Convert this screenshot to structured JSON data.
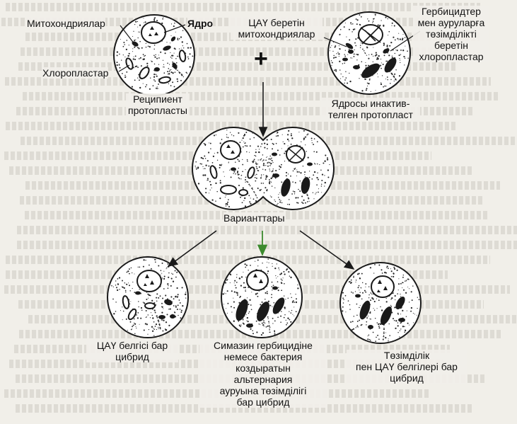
{
  "labels": {
    "mitochondria": "Митохондриялар",
    "nucleus": "Ядро",
    "chloroplasts": "Хлоропластар",
    "recipient_l1": "Реципиент",
    "recipient_l2": "протопласты",
    "cms_mito_l1": "ЦАҮ беретін",
    "cms_mito_l2": "митохондриялар",
    "resist_l1": "Гербицидтер",
    "resist_l2": "мен ауруларға",
    "resist_l3": "төзімділікті",
    "resist_l4": "беретін",
    "resist_l5": "хлоропластар",
    "inact_l1": "Ядросы инактив-",
    "inact_l2": "телген протопласт",
    "plus": "+",
    "variants": "Варианттары",
    "hyb1_l1": "ЦАҮ белгісі бар",
    "hyb1_l2": "цибрид",
    "hyb2_l1": "Симазин гербицидіне",
    "hyb2_l2": "немесе бактерия",
    "hyb2_l3": "коздыратын",
    "hyb2_l4": "альтернария",
    "hyb2_l5": "ауруына төзімділігі",
    "hyb2_l6": "бар цибрид",
    "hyb3_l1": "Төзімділік",
    "hyb3_l2": "пен ЦАҮ белгілері бар",
    "hyb3_l3": "цибрид"
  },
  "colors": {
    "ink": "#1a1a1a",
    "paper": "#f1efe9",
    "green_arrow": "#3c8a2e"
  }
}
